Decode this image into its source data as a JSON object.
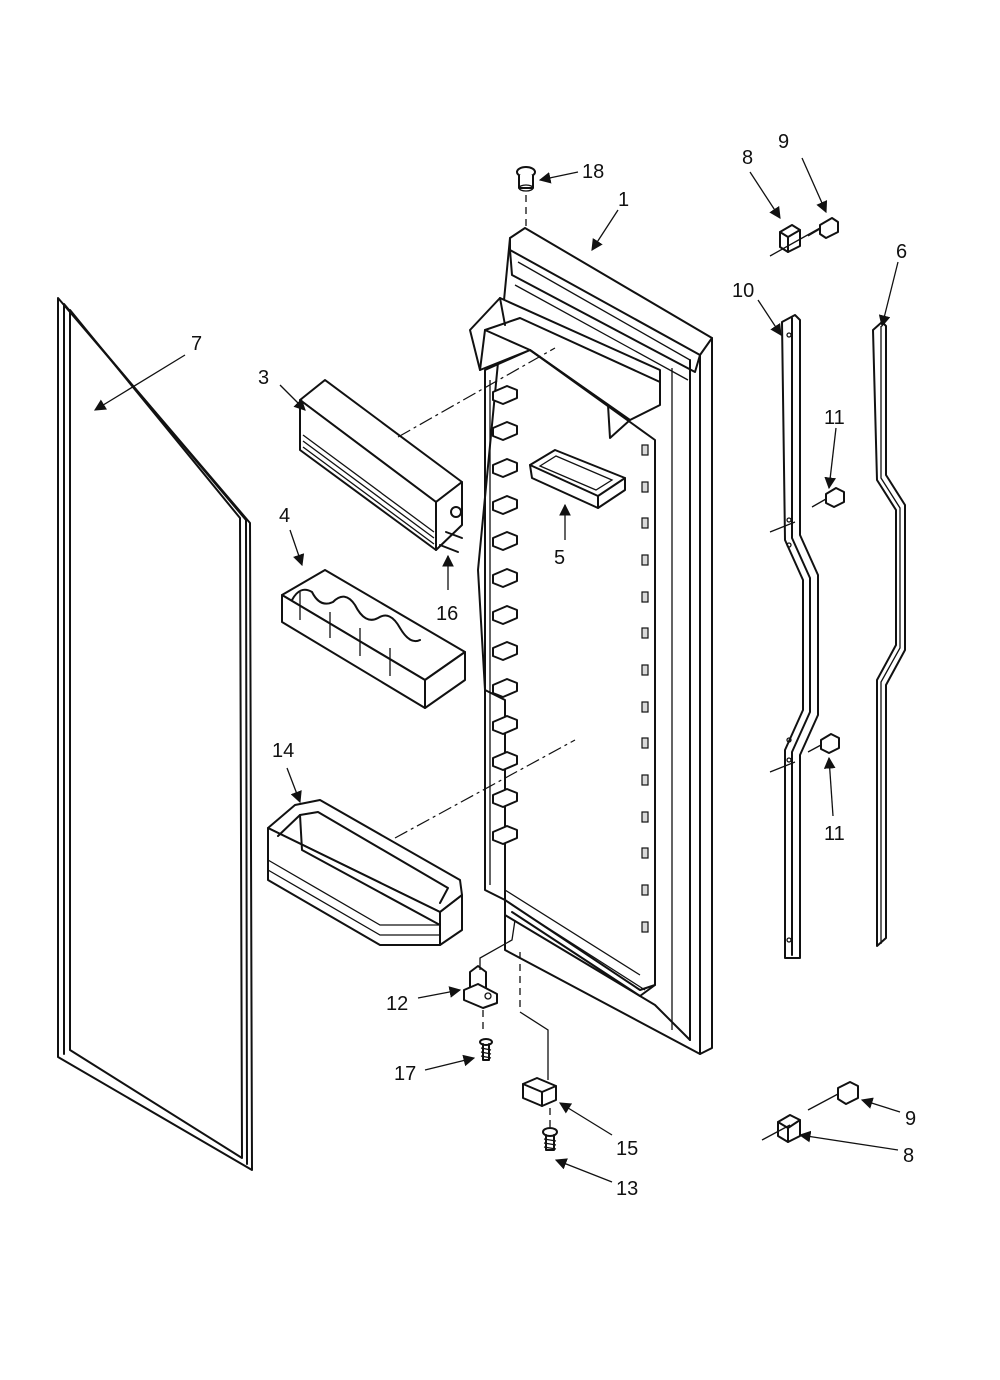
{
  "callouts": [
    {
      "id": "c1",
      "label": "1"
    },
    {
      "id": "c3",
      "label": "3"
    },
    {
      "id": "c4",
      "label": "4"
    },
    {
      "id": "c5",
      "label": "5"
    },
    {
      "id": "c6",
      "label": "6"
    },
    {
      "id": "c7",
      "label": "7"
    },
    {
      "id": "c8a",
      "label": "8"
    },
    {
      "id": "c8b",
      "label": "8"
    },
    {
      "id": "c9a",
      "label": "9"
    },
    {
      "id": "c9b",
      "label": "9"
    },
    {
      "id": "c10",
      "label": "10"
    },
    {
      "id": "c11a",
      "label": "11"
    },
    {
      "id": "c11b",
      "label": "11"
    },
    {
      "id": "c12",
      "label": "12"
    },
    {
      "id": "c13",
      "label": "13"
    },
    {
      "id": "c14",
      "label": "14"
    },
    {
      "id": "c15",
      "label": "15"
    },
    {
      "id": "c16",
      "label": "16"
    },
    {
      "id": "c17",
      "label": "17"
    },
    {
      "id": "c18",
      "label": "18"
    }
  ]
}
